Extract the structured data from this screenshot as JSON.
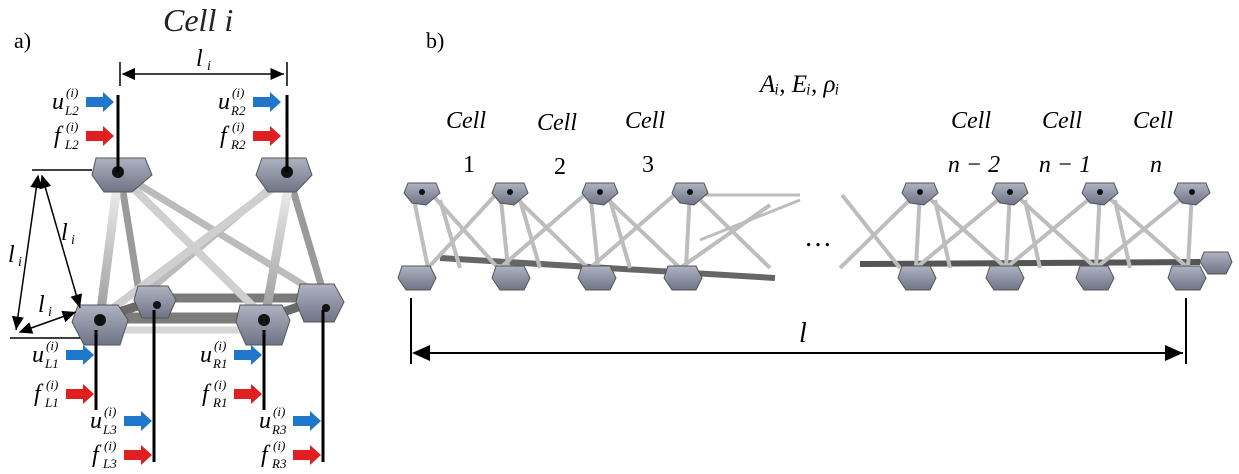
{
  "panel_a": {
    "label": "a)",
    "title": "Cell i",
    "dim_top": "l",
    "dim_sub": "i",
    "dim_left_outer": "l",
    "dim_left_inner": "l",
    "dim_left_bottom": "l",
    "loads": [
      {
        "sym": "u",
        "sup": "(i)",
        "sub": "L2"
      },
      {
        "sym": "f",
        "sup": "(i)",
        "sub": "L2"
      },
      {
        "sym": "u",
        "sup": "(i)",
        "sub": "R2"
      },
      {
        "sym": "f",
        "sup": "(i)",
        "sub": "R2"
      },
      {
        "sym": "u",
        "sup": "(i)",
        "sub": "L1"
      },
      {
        "sym": "f",
        "sup": "(i)",
        "sub": "L1"
      },
      {
        "sym": "u",
        "sup": "(i)",
        "sub": "R1"
      },
      {
        "sym": "f",
        "sup": "(i)",
        "sub": "R1"
      },
      {
        "sym": "u",
        "sup": "(i)",
        "sub": "L3"
      },
      {
        "sym": "f",
        "sup": "(i)",
        "sub": "L3"
      },
      {
        "sym": "u",
        "sup": "(i)",
        "sub": "R3"
      },
      {
        "sym": "f",
        "sup": "(i)",
        "sub": "R3"
      }
    ]
  },
  "panel_b": {
    "label": "b)",
    "props": "Aᵢ, Eᵢ, ρᵢ",
    "cells": [
      {
        "word": "Cell",
        "idx": "1"
      },
      {
        "word": "Cell",
        "idx": "2"
      },
      {
        "word": "Cell",
        "idx": "3"
      },
      {
        "word": "Cell",
        "idx": "n − 2"
      },
      {
        "word": "Cell",
        "idx": "n − 1"
      },
      {
        "word": "Cell",
        "idx": "n"
      }
    ],
    "ellipsis": "…",
    "length_label": "l"
  },
  "colors": {
    "u_arrow": "#1f77c9",
    "f_arrow": "#e02020",
    "node": "#8e93a3",
    "member": "#c8c8c8"
  }
}
